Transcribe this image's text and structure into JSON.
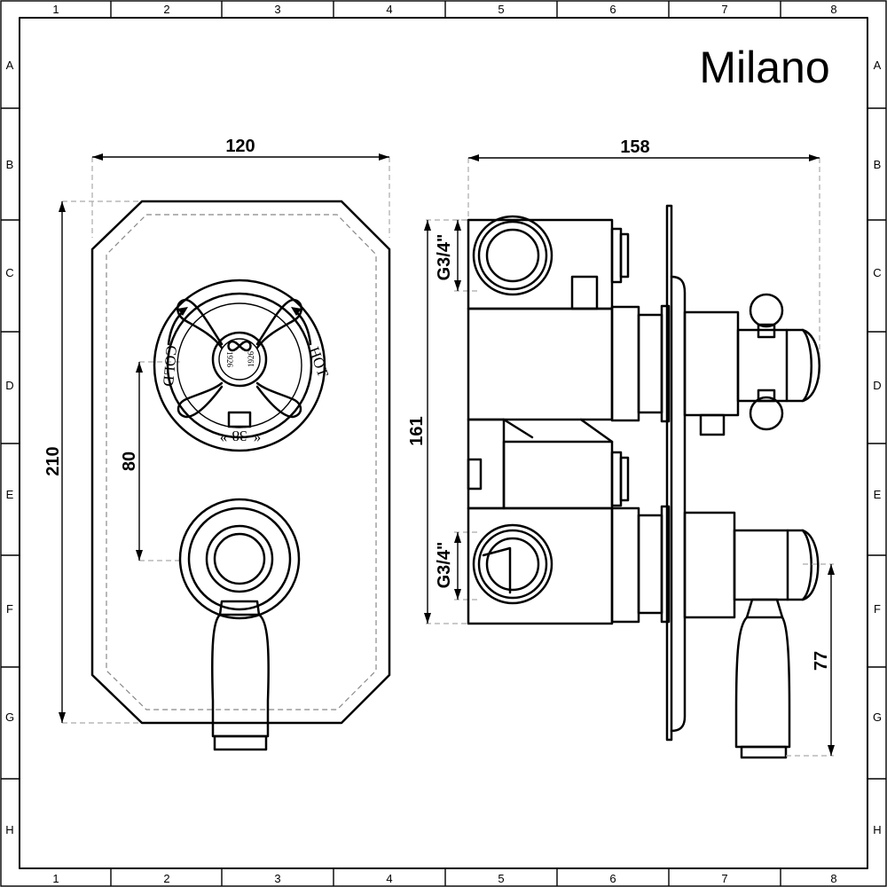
{
  "brand": "Milano",
  "grid": {
    "columns": [
      "1",
      "2",
      "3",
      "4",
      "5",
      "6",
      "7",
      "8"
    ],
    "rows": [
      "A",
      "B",
      "C",
      "D",
      "E",
      "F",
      "G",
      "H"
    ]
  },
  "dimensions": {
    "front_width": "120",
    "front_height": "210",
    "handle_spacing": "80",
    "side_depth": "158",
    "side_height": "161",
    "lever_height": "77",
    "inlet_top": "G3/4\"",
    "inlet_bottom": "G3/4\""
  },
  "handle_labels": {
    "cold": "COLD",
    "hot": "HOT",
    "temp": "38",
    "year_left": "1926",
    "year_right": "1926"
  }
}
